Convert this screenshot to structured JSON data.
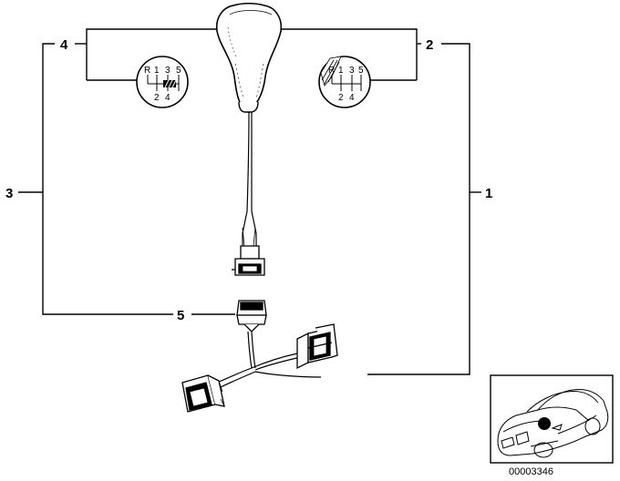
{
  "callouts": {
    "c1": "1",
    "c2": "2",
    "c3": "3",
    "c4": "4",
    "c5": "5"
  },
  "shift_pattern_left": {
    "r": "R",
    "n1": "1",
    "n3": "3",
    "n5": "5",
    "n2": "2",
    "n4": "4"
  },
  "shift_pattern_right": {
    "r": "R",
    "n1": "1",
    "n3": "3",
    "n5": "5",
    "n2": "2",
    "n4": "4"
  },
  "catalog_number": "00003346",
  "icon": "car-location-icon"
}
